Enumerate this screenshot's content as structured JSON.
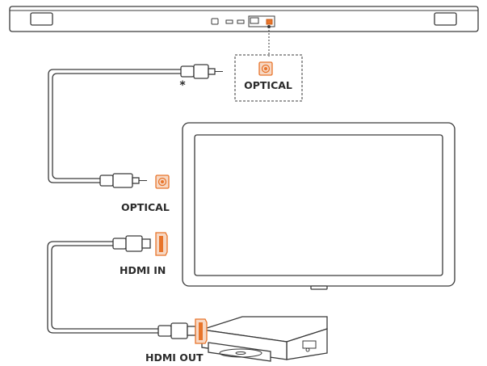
{
  "labels": {
    "optical_soundbar": "OPTICAL",
    "optical_tv": "OPTICAL",
    "hdmi_in": "HDMI IN",
    "hdmi_out": "HDMI OUT",
    "footnote_mark": "*"
  },
  "colors": {
    "accent": "#e8742a",
    "accent_light": "#f7d8c4",
    "line": "#3a3a3a",
    "text": "#2b2b2b"
  },
  "icons": [
    "soundbar-icon",
    "tv-icon",
    "disc-player-icon",
    "optical-port-icon",
    "hdmi-port-icon",
    "optical-plug-icon",
    "hdmi-plug-icon"
  ]
}
